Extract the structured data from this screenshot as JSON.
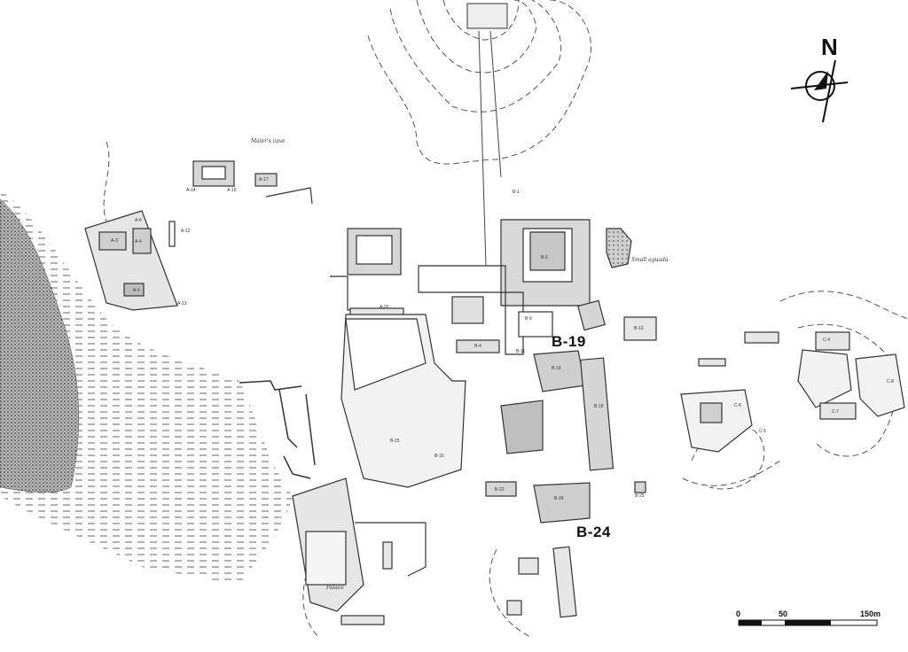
{
  "map": {
    "highlight_labels": [
      "B-19",
      "B-24"
    ],
    "north_label": "N",
    "scale": {
      "ticks": [
        "0",
        "50",
        "150m"
      ]
    },
    "notes": {
      "cave": "Maler's cave",
      "aguada": "Small aguada",
      "palace": "Palace"
    },
    "structure_labels": {
      "a1": "A-1",
      "a3": "A-3",
      "a4": "A-4",
      "a6": "A-6",
      "a12": "A-12",
      "a13": "A-13",
      "a14": "A-14",
      "a16": "A-16",
      "a17": "A-17",
      "a20": "A-20",
      "b1": "B-1",
      "b4": "B-4",
      "b5": "B-5",
      "b9": "B-9",
      "b11": "B-11",
      "b13": "B-13",
      "b15": "B-15",
      "b16": "B-16",
      "b18": "B-18",
      "b19s": "B-19",
      "b22": "B-22",
      "b24s": "B-24",
      "b25": "B-25",
      "c4": "C-4",
      "c6": "C-6",
      "c5": "C-5",
      "c7": "C-7",
      "c8": "C-8"
    }
  }
}
